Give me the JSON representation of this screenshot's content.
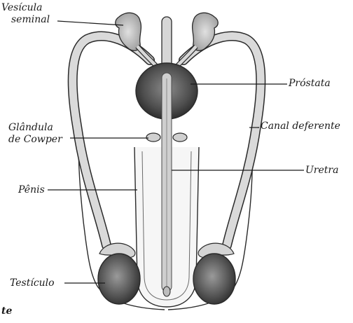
{
  "labels": {
    "vesicula_line1": "Vesícula",
    "vesicula_line2": "seminal",
    "prostata": "Próstata",
    "glandula_line1": "Glândula",
    "glandula_line2": "de Cowper",
    "canal_deferente": "Canal deferente",
    "uretra": "Uretra",
    "penis": "Pênis",
    "testiculo": "Testículo",
    "corner_fragment": "te"
  },
  "colors": {
    "outline": "#2a2a2a",
    "tissue_light": "#dcdcdc",
    "tissue_mid": "#bdbdbd",
    "organ_dark": "#5a5a5a",
    "background": "#ffffff"
  }
}
